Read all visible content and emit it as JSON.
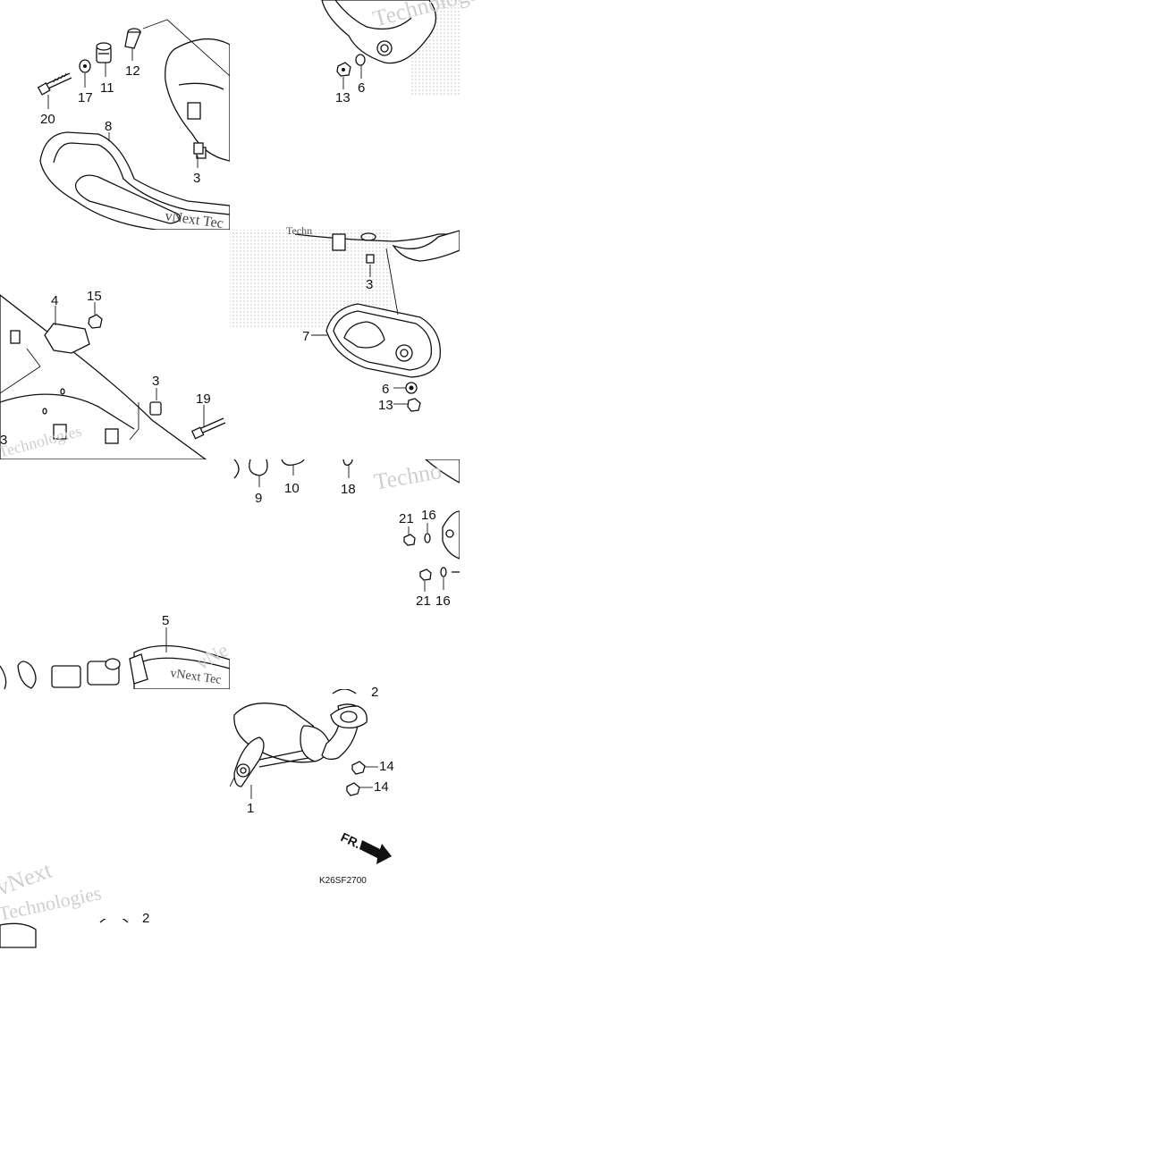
{
  "diagram": {
    "code": "K26SF2700",
    "direction_label": "FR.",
    "watermarks": [
      "Technologies",
      "vNext Tec",
      "Techno",
      "Technologies",
      "vNe",
      "vNext Tec",
      "vNext",
      "Technologies",
      "Techn"
    ],
    "callouts": [
      {
        "id": "c20",
        "label": "20"
      },
      {
        "id": "c17",
        "label": "17"
      },
      {
        "id": "c11",
        "label": "11"
      },
      {
        "id": "c12",
        "label": "12"
      },
      {
        "id": "c8",
        "label": "8"
      },
      {
        "id": "c3a",
        "label": "3"
      },
      {
        "id": "c13a",
        "label": "13"
      },
      {
        "id": "c6a",
        "label": "6"
      },
      {
        "id": "c3b",
        "label": "3"
      },
      {
        "id": "c7",
        "label": "7"
      },
      {
        "id": "c6b",
        "label": "6"
      },
      {
        "id": "c13b",
        "label": "13"
      },
      {
        "id": "c4",
        "label": "4"
      },
      {
        "id": "c15",
        "label": "15"
      },
      {
        "id": "c3c",
        "label": "3"
      },
      {
        "id": "c19",
        "label": "19"
      },
      {
        "id": "c3d",
        "label": "3"
      },
      {
        "id": "c9",
        "label": "9"
      },
      {
        "id": "c10",
        "label": "10"
      },
      {
        "id": "c18",
        "label": "18"
      },
      {
        "id": "c21a",
        "label": "21"
      },
      {
        "id": "c16a",
        "label": "16"
      },
      {
        "id": "c21b",
        "label": "21"
      },
      {
        "id": "c16b",
        "label": "16"
      },
      {
        "id": "c5",
        "label": "5"
      },
      {
        "id": "c2a",
        "label": "2"
      },
      {
        "id": "c14a",
        "label": "14"
      },
      {
        "id": "c14b",
        "label": "14"
      },
      {
        "id": "c1",
        "label": "1"
      },
      {
        "id": "c2b",
        "label": "2"
      }
    ]
  }
}
